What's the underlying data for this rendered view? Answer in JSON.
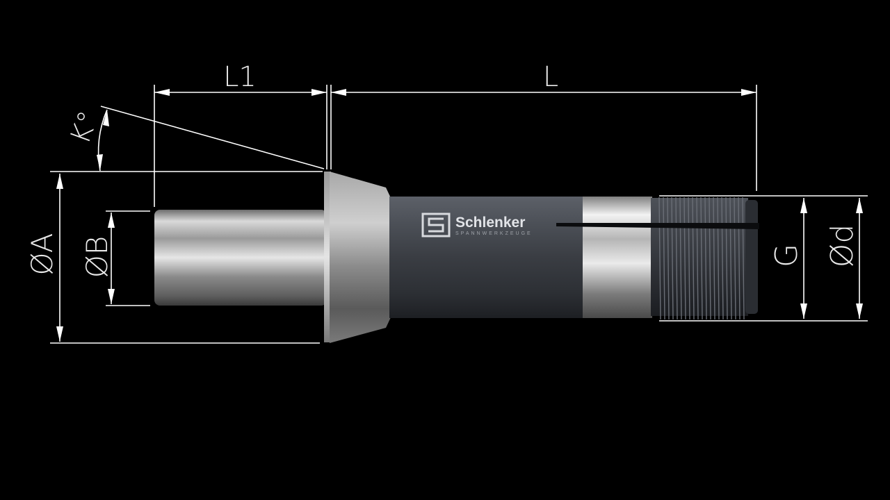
{
  "labels": {
    "l1": "L1",
    "l": "L",
    "angle": "K°",
    "dia_a": "ØA",
    "dia_b": "ØB",
    "thread": "G",
    "dia_d": "Ød"
  },
  "brand": {
    "name": "Schlenker",
    "tagline": "SPANNWERKZEUGE"
  },
  "colors": {
    "background": "#000000",
    "dimension_lines": "#ffffff",
    "steel_light": "#d8d8d8",
    "steel_dark": "#3c4047"
  }
}
